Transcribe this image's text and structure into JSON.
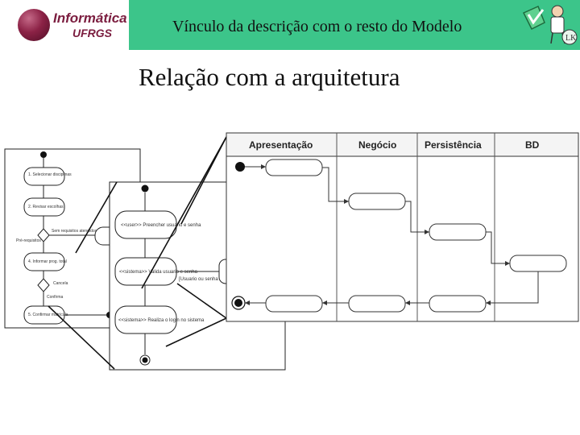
{
  "header": {
    "logo_line1": "Informática",
    "logo_line2": "UFRGS",
    "title": "Vínculo da descrição com o resto do Modelo"
  },
  "slide": {
    "title": "Relação com a arquitetura"
  },
  "diagram": {
    "lanes": [
      "Apresentação",
      "Negócio",
      "Persistência",
      "BD"
    ],
    "activity1": {
      "nodes": [
        "1. Selecionar disciplinas",
        "2. Revisar escolhas",
        "4. Informar prog. total",
        "5. Confirmar matrícula"
      ],
      "labels": [
        "Sem requisitos atendidos",
        "Pré-requisitos",
        "Cancela",
        "Confirma"
      ]
    },
    "activity2": {
      "nodes": [
        "<<user>> Preencher usuario e senha",
        "<<sistema>> Valida usuario e senha",
        "<<sistema>> Realiza o login no sistema"
      ],
      "guard": "[Usuario ou senha inválidos]"
    }
  },
  "colors": {
    "title_band": "#3cc58a",
    "logo": "#7b1d3f"
  }
}
